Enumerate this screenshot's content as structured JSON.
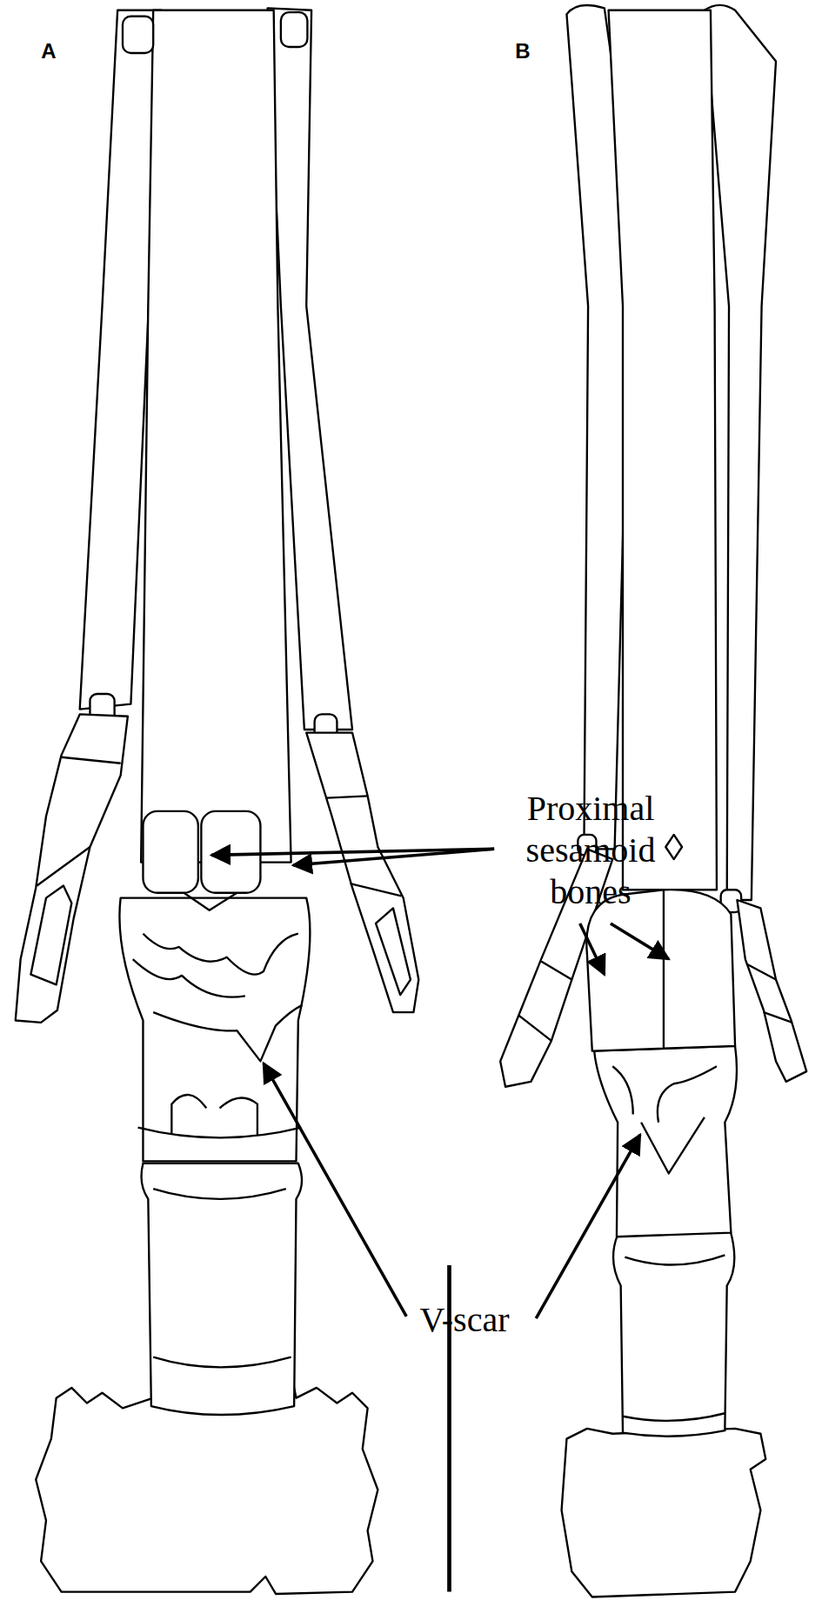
{
  "diagram": {
    "labels": [
      "A",
      "B",
      "Proximal sesamoid bones",
      "V-scar"
    ]
  }
}
